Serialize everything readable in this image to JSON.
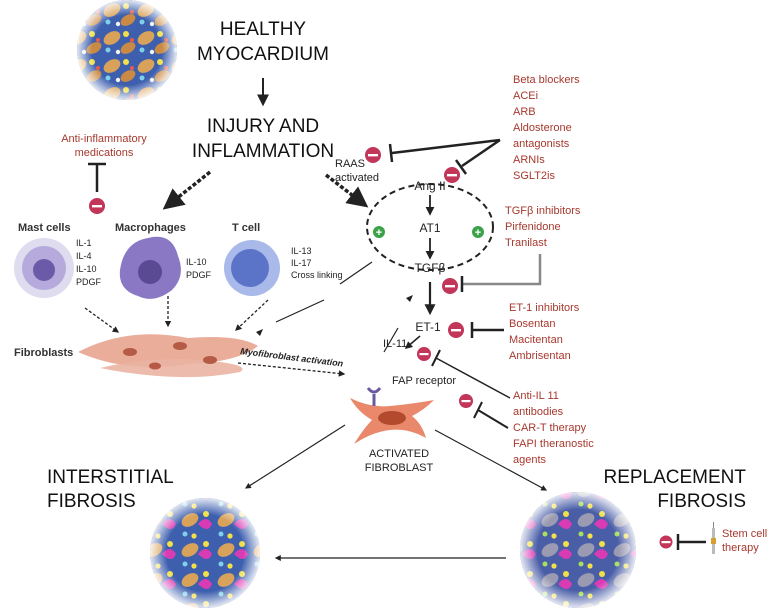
{
  "title": {
    "healthy_1": "HEALTHY",
    "healthy_2": "MYOCARDIUM",
    "injury_1": "INJURY AND",
    "injury_2": "INFLAMMATION"
  },
  "anti_inflammatory": {
    "line1": "Anti-inflammatory",
    "line2": "medications"
  },
  "cells": {
    "mast": {
      "label": "Mast cells",
      "markers": [
        "IL-1",
        "IL-4",
        "IL-10",
        "PDGF"
      ]
    },
    "macrophages": {
      "label": "Macrophages",
      "markers": [
        "IL-10",
        "PDGF"
      ]
    },
    "tcell": {
      "label": "T cell",
      "markers": [
        "IL-13",
        "IL-17",
        "Cross linking"
      ]
    }
  },
  "fibroblasts": "Fibroblasts",
  "myofibroblast_activation": "Myofibroblast activation",
  "pathway": {
    "raas_1": "RAAS",
    "raas_2": "activated",
    "ang2": "Ang II",
    "at1": "AT1",
    "tgfb": "TGFβ",
    "et1": "ET-1",
    "il11": "IL-11",
    "fap": "FAP receptor"
  },
  "drugs": {
    "raas": [
      "Beta blockers",
      "ACEi",
      "ARB",
      "Aldosterone",
      "antagonists",
      "ARNIs",
      "SGLT2is"
    ],
    "tgfb": [
      "TGFβ inhibitors",
      "Pirfenidone",
      "Tranilast"
    ],
    "et1": [
      "ET-1 inhibitors",
      "Bosentan",
      "Macitentan",
      "Ambrisentan"
    ],
    "il11": [
      "Anti-IL 11",
      "antibodies"
    ],
    "fap": [
      "CAR-T therapy",
      "FAPI theranostic",
      "agents"
    ],
    "stem": [
      "Stem cell",
      "therapy"
    ]
  },
  "activated": {
    "line1": "ACTIVATED",
    "line2": "FIBROBLAST"
  },
  "interstitial": {
    "line1": "INTERSTITIAL",
    "line2": "FIBROSIS"
  },
  "replacement": {
    "line1": "REPLACEMENT",
    "line2": "FIBROSIS"
  },
  "colors": {
    "drug_text": "#a6392e",
    "inhibit_sign": "#c2365a",
    "stimulate_sign": "#3aa34a",
    "mast_cell": "#6b5aa8",
    "macrophage": "#8a78c4",
    "tcell": "#7d96d8",
    "fibroblast": "#e7a48f",
    "activated_fibroblast": "#e9886a"
  }
}
